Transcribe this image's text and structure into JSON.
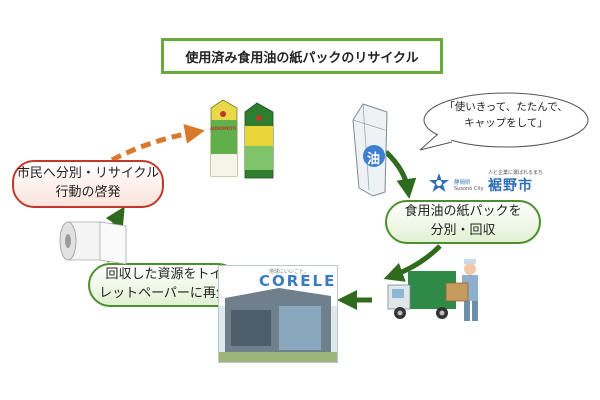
{
  "title": "使用済み食用油の紙パックのリサイクル",
  "speech_bubble": {
    "line1": "「使いきって、たたんで、",
    "line2": "キャップをして」"
  },
  "steps": {
    "collect": {
      "line1": "食用油の紙パックを",
      "line2": "分別・回収"
    },
    "reuse": {
      "line1": "回収した資源をトイ",
      "line2": "レットペーパーに再生"
    },
    "citizens": {
      "line1": "市民へ分別・リサイクル",
      "line2": "行動の啓発"
    }
  },
  "city_logo": {
    "tagline": "人と企業に選ばれるまち",
    "prefecture": "静岡県",
    "name": "裾野市",
    "romaji": "Susono City"
  },
  "factory": {
    "sign": "CORELEX",
    "tagline": "地球にいいこと。"
  },
  "oil_mark": "油",
  "pack_brand": "AJINOMOTO",
  "colors": {
    "frame_green": "#6aaa3a",
    "arrow_green": "#2e6b1f",
    "arrow_orange": "#d9792b",
    "pill_red": "#c0392b",
    "brand_blue": "#2f6eb5"
  },
  "icons": [
    "oil-pack-icon",
    "folded-pack-icon",
    "truck-icon",
    "worker-icon",
    "factory-icon",
    "toilet-roll-icon",
    "city-emblem-icon"
  ]
}
